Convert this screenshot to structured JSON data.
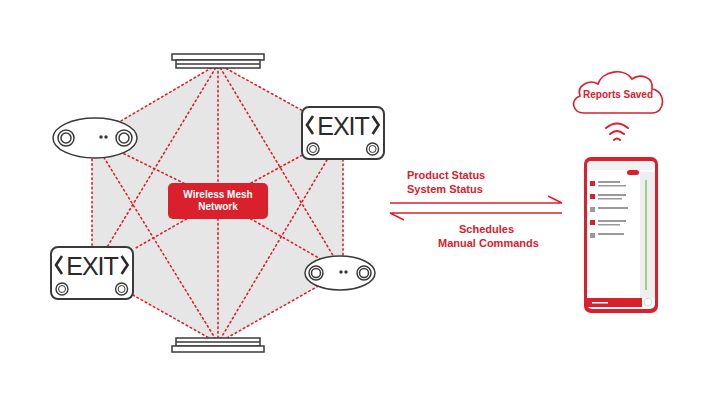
{
  "diagram": {
    "nodes": [
      {
        "text": [
          "Wireless Mesh Network"
        ]
      },
      {
        "text": [
          "EXIT"
        ]
      },
      {
        "text": [
          "EXIT"
        ]
      },
      {
        "text": [
          "Reports Saved"
        ]
      }
    ],
    "edges": [
      {
        "from": 0,
        "to": 1,
        "arrow": "none"
      },
      {
        "from": 0,
        "to": 2,
        "arrow": "none"
      }
    ],
    "labels": [
      "Product Status",
      "System Status",
      "Schedules",
      "Manual Commands"
    ]
  }
}
